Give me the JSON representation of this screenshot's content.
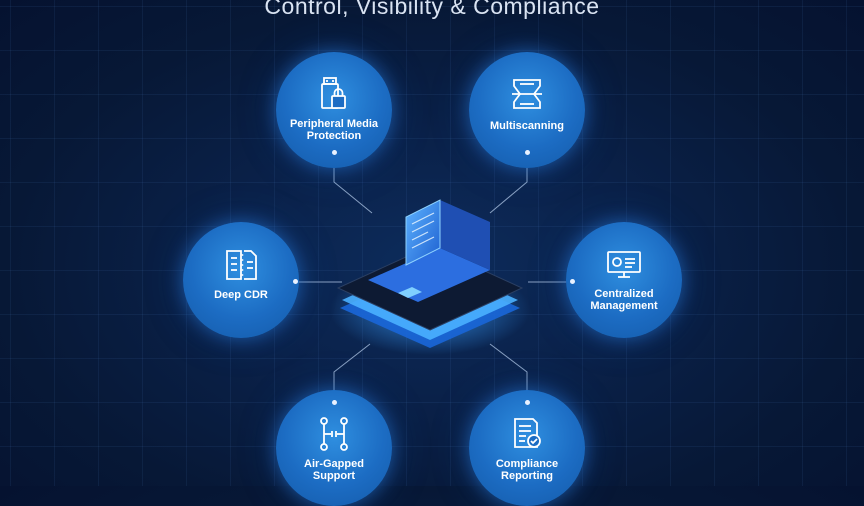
{
  "title": "Control, Visibility & Compliance",
  "nodes": {
    "peripheral": {
      "label_1": "Peripheral Media",
      "label_2": "Protection",
      "icon": "usb-drive-lock-icon"
    },
    "multiscanning": {
      "label_1": "Multiscanning",
      "icon": "scanner-icon"
    },
    "deep_cdr": {
      "label_1": "Deep CDR",
      "icon": "document-filter-icon"
    },
    "centralized": {
      "label_1": "Centralized",
      "label_2": "Management",
      "icon": "monitor-dashboard-icon"
    },
    "air_gapped": {
      "label_1": "Air-Gapped",
      "label_2": "Support",
      "icon": "network-isolation-icon"
    },
    "compliance": {
      "label_1": "Compliance",
      "label_2": "Reporting",
      "icon": "report-check-icon"
    }
  },
  "center_icon": "laptop-kiosk-icon",
  "colors": {
    "node": "#1c6cc3",
    "glow": "#2f8fe0",
    "background": "#0a2149",
    "line": "#9fb6d6"
  }
}
